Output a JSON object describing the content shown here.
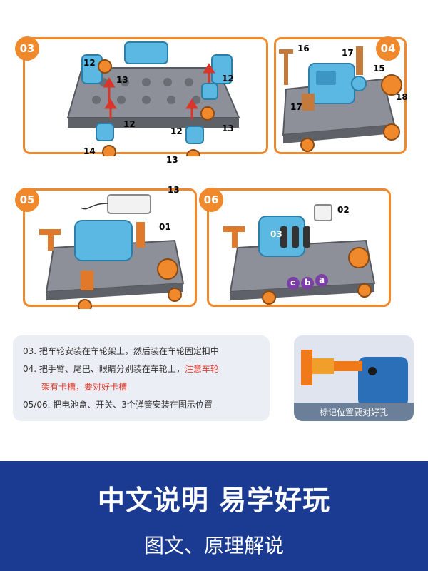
{
  "steps": {
    "s03": "03",
    "s04": "04",
    "s05": "05",
    "s06": "06"
  },
  "parts": {
    "p12": "12",
    "p13": "13",
    "p14": "14",
    "p15": "15",
    "p16": "16",
    "p17": "17",
    "p18": "18",
    "p01": "01",
    "p02": "02",
    "p03": "03",
    "pa": "a",
    "pb": "b",
    "pc": "c"
  },
  "instructions": {
    "line1": "03. 把车轮安装在车轮架上，然后装在车轮固定扣中",
    "line2": "04. 把手臂、尾巴、眼睛分别装在车轮上，",
    "line2_red": "注意车轮",
    "line3_red": "架有卡槽，要对好卡槽",
    "line4": "05/06. 把电池盒、开关、3个弹簧安装在图示位置"
  },
  "tip": {
    "caption": "标记位置要对好孔"
  },
  "banner": {
    "title": "中文说明  易学好玩",
    "subtitle": "图文、原理解说"
  },
  "colors": {
    "accent": "#f0892c",
    "banner": "#1b3a92",
    "warning": "#e23a2a",
    "blue_part": "#5bb8e3"
  }
}
